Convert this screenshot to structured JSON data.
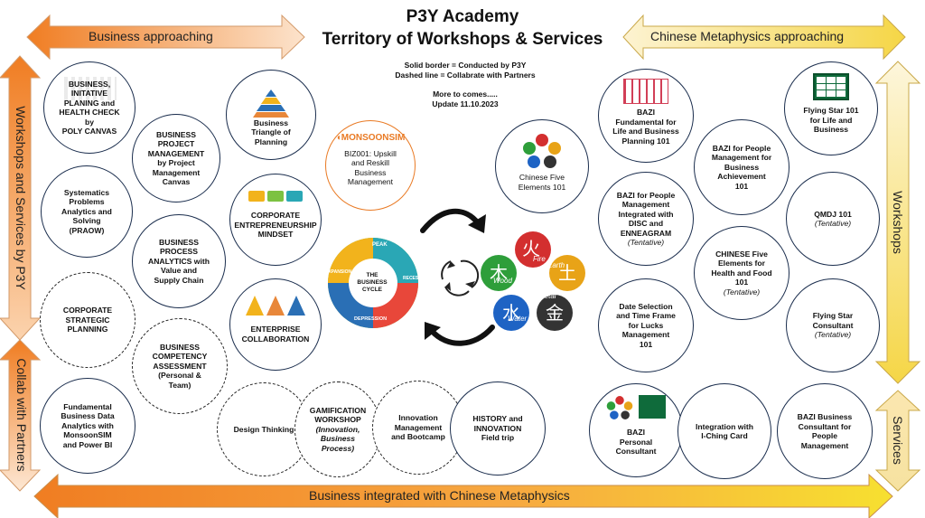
{
  "header": {
    "title_line1": "P3Y Academy",
    "title_line2": "Territory of Workshops & Services",
    "legend_solid": "Solid border = Conducted by P3Y",
    "legend_dashed": "Dashed  line = Collabrate with Partners",
    "more": "More to comes.....",
    "update": "Update 11.10.2023"
  },
  "arrows": {
    "top_left": "Business approaching",
    "top_right": "Chinese Metaphysics approaching",
    "bottom": "Business integrated with Chinese Metaphysics",
    "left_upper": "Workshops and Services by P3Y",
    "left_lower": "Collab with Partners",
    "right_upper": "Workshops",
    "right_lower": "Services"
  },
  "colors": {
    "orange": "#f07d22",
    "orange_light": "#fbd3ae",
    "yellow": "#f5d646",
    "yellow_light": "#fcf1c6",
    "circle_border": "#1a2d4d"
  },
  "circles": {
    "c1": {
      "t": "BUSINESS,\nINITATIVE\nPLANING and\nHEALTH CHECK\nby\nPOLY CANVAS"
    },
    "c2": {
      "t": "BUSINESS\nPROJECT\nMANAGEMENT\nby Project\nManagement\nCanvas"
    },
    "c3": {
      "t": "Business\nTriangle of\nPlanning"
    },
    "c4": {
      "t": "BIZ001: Upskill\nand Reskill\nBusiness\nManagement"
    },
    "c5": {
      "t": "Systematics\nProblems\nAnalytics and\nSolving\n(PRAOW)"
    },
    "c6": {
      "t": "BUSINESS\nPROCESS\nANALYTICS with\nValue and\nSupply Chain"
    },
    "c7": {
      "t": "CORPORATE\nENTREPRENEURSHIP\nMINDSET"
    },
    "c8": {
      "t": "CORPORATE\nSTRATEGIC\nPLANNING"
    },
    "c9": {
      "t": "BUSINESS\nCOMPETENCY\nASSESSMENT\n(Personal &\nTeam)"
    },
    "c10": {
      "t": "ENTERPRISE\nCOLLABORATION"
    },
    "c11": {
      "t": "Fundamental\nBusiness Data\nAnalytics with\nMonsoonSIM\nand Power BI"
    },
    "c12": {
      "t": "Design Thinking"
    },
    "c13": {
      "t": "GAMIFICATION\nWORKSHOP",
      "s": "(Innovation,\nBusiness\nProcess)"
    },
    "c14": {
      "t": "Innovation\nManagement\nand Bootcamp"
    },
    "c15": {
      "t": "HISTORY and\nINNOVATION\nField trip"
    },
    "c16": {
      "t": "Chinese Five\nElements 101"
    },
    "c17": {
      "t": "BAZI\nFundamental for\nLife and Business\nPlanning 101"
    },
    "c18": {
      "t": "Flying Star 101\nfor Life and\nBusiness"
    },
    "c19": {
      "t": "BAZI for People\nManagement for\nBusiness\nAchievement\n101"
    },
    "c20": {
      "t": "BAZI for People\nManagement\nIntegrated with\nDISC and\nENNEAGRAM",
      "s": "(Tentative)"
    },
    "c21": {
      "t": "QMDJ 101",
      "s": "(Tentative)"
    },
    "c22": {
      "t": "CHINESE Five\nElements for\nHealth and Food\n101",
      "s": "(Tentative)"
    },
    "c23": {
      "t": "Date Selection\nand Time Frame\nfor Lucks\nManagement\n101"
    },
    "c24": {
      "t": "Flying Star\nConsultant",
      "s": "(Tentative)"
    },
    "c25": {
      "t": "BAZI\nPersonal\nConsultant"
    },
    "c26": {
      "t": "Integration with\nI-Ching Card"
    },
    "c27": {
      "t": "BAZI  Business\nConsultant for\nPeople\nManagement"
    }
  },
  "logos": {
    "monsoonsim": "MONSOONSIM",
    "cycle_center": "THE\nBUSINESS\nCYCLE",
    "cycle_peak": "PEAK",
    "cycle_recession": "RECESSION",
    "cycle_depression": "DEPRESSION",
    "cycle_expansion": "EXPANSION",
    "el_fire_cn": "火",
    "el_fire": "Fire",
    "el_earth_cn": "土",
    "el_earth": "Earth",
    "el_wood_cn": "木",
    "el_wood": "Wood",
    "el_water_cn": "水",
    "el_water": "Water",
    "el_metal_cn": "金",
    "el_metal": "Metal"
  }
}
